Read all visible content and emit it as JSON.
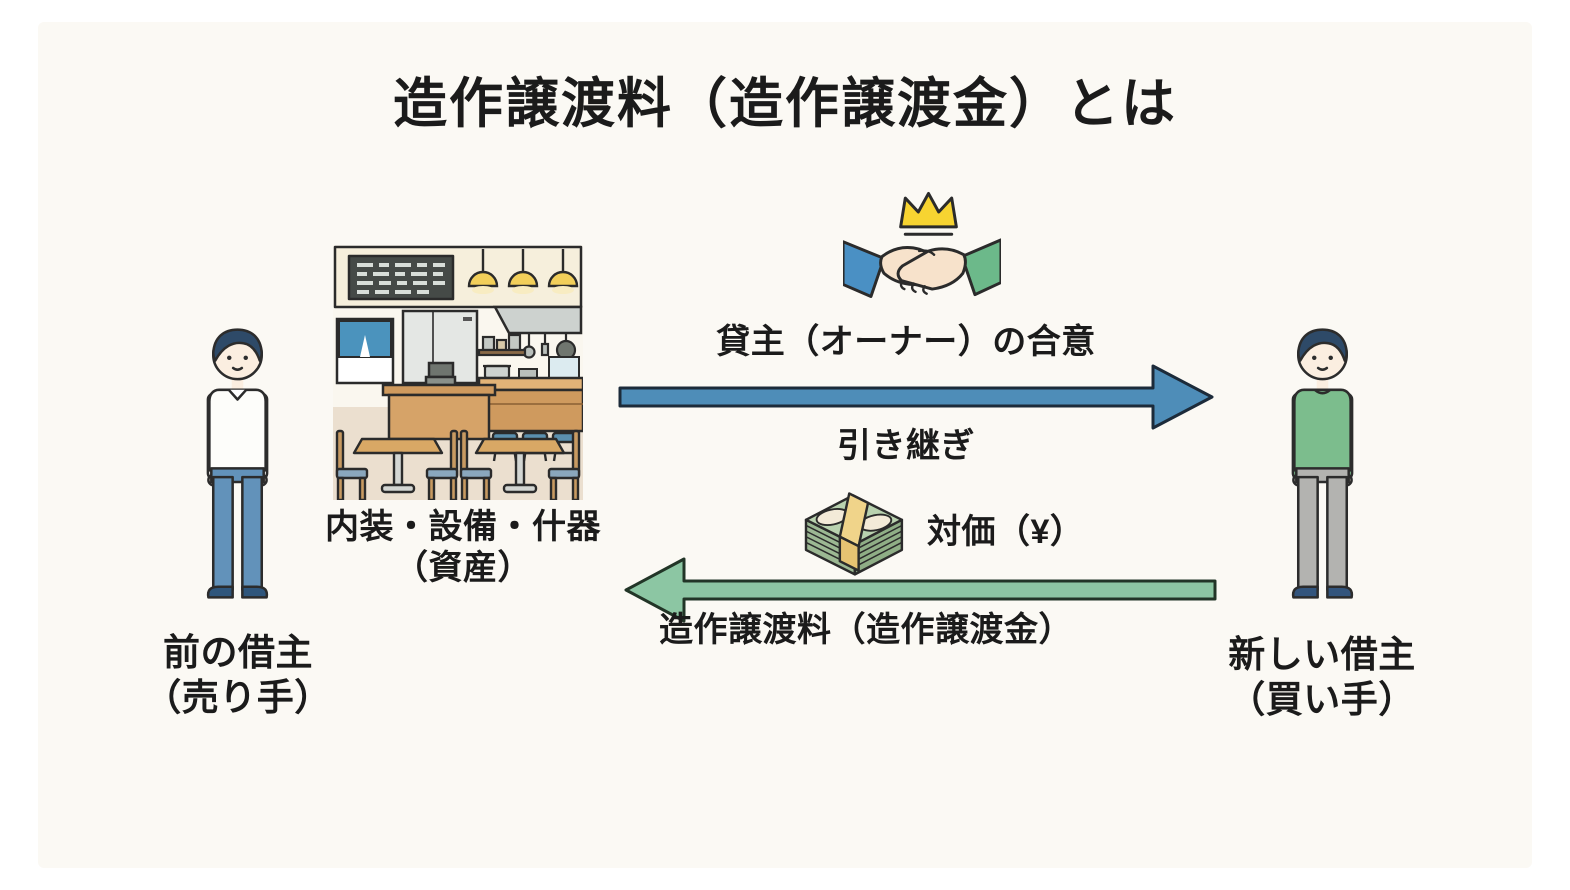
{
  "title": "造作譲渡料（造作譲渡金）とは",
  "actors": {
    "previous_tenant": {
      "name": "前の借主",
      "role": "（売り手）"
    },
    "new_tenant": {
      "name": "新しい借主",
      "role": "（買い手）"
    }
  },
  "asset": {
    "name": "内装・設備・什器",
    "note": "（資産）"
  },
  "flows": {
    "handover": {
      "condition": "貸主（オーナー）の合意",
      "label": "引き継ぎ",
      "direction": "left-to-right",
      "arrow_color": "#4e8db8"
    },
    "payment": {
      "price": "対価（¥）",
      "label": "造作譲渡料（造作譲渡金）",
      "direction": "right-to-left",
      "arrow_color": "#8cc6a3"
    }
  },
  "icons": {
    "handshake": "handshake-with-crown-icon",
    "money": "money-stack-icon",
    "shop": "restaurant-interior-illustration",
    "seller": "person-seller-illustration",
    "buyer": "person-buyer-illustration"
  },
  "colors": {
    "background": "#fbf9f4",
    "text": "#1b1b1b",
    "arrow_blue": "#4e8db8",
    "arrow_green": "#8cc6a3",
    "crown_yellow": "#f7d431",
    "hair_navy": "#2e4a68"
  }
}
